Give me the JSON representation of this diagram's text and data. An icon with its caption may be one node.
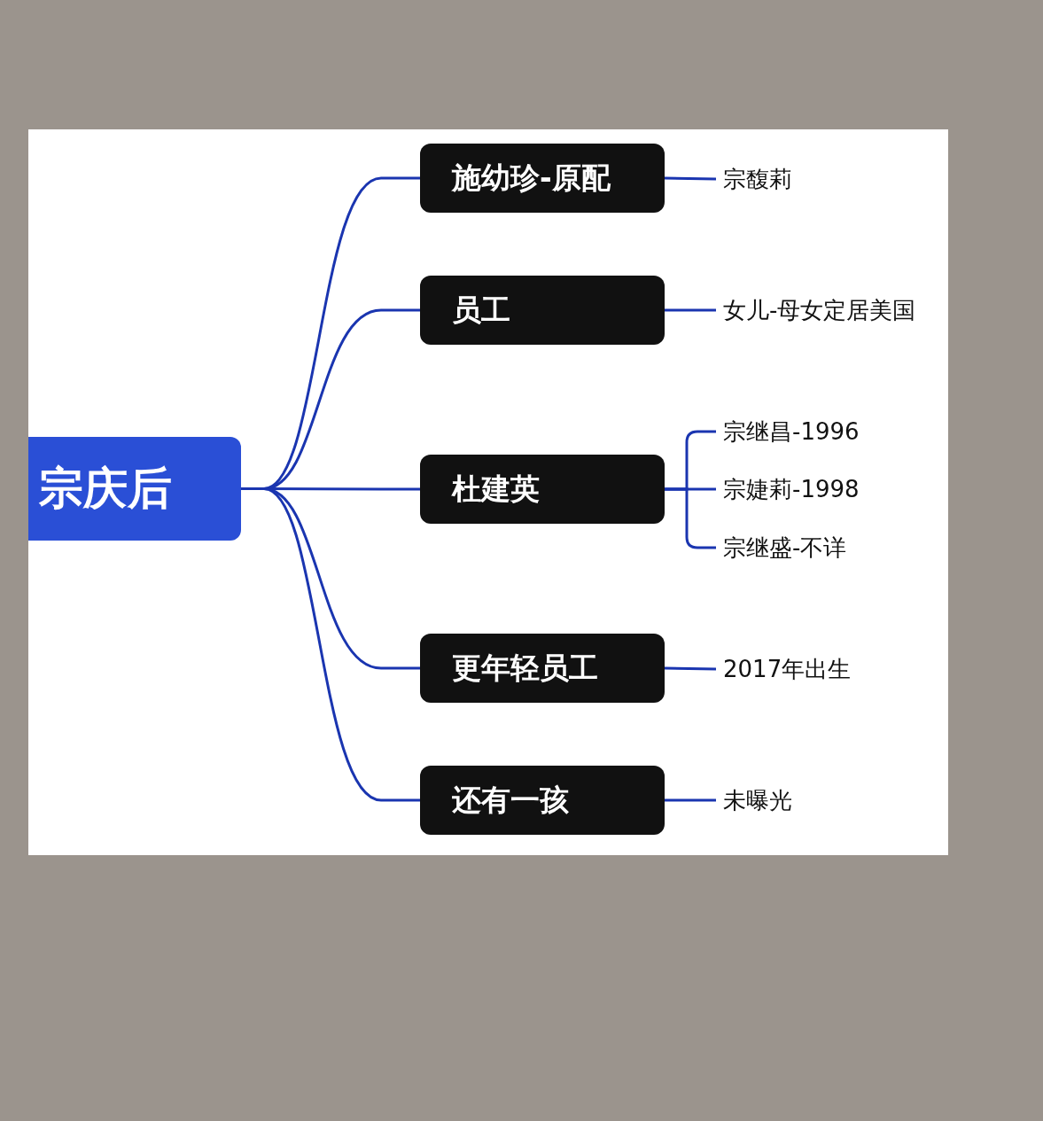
{
  "diagram": {
    "nodes": [
      {
        "text": [
          "宗庆后"
        ]
      },
      {
        "text": [
          "施幼珍-原配"
        ]
      },
      {
        "text": [
          "员工"
        ]
      },
      {
        "text": [
          "杜建英"
        ]
      },
      {
        "text": [
          "更年轻员工"
        ]
      },
      {
        "text": [
          "还有一孩"
        ]
      },
      {
        "text": [
          "宗馥莉"
        ]
      },
      {
        "text": [
          "女儿-母女定居美国"
        ]
      },
      {
        "text": [
          "宗继昌-1996"
        ]
      },
      {
        "text": [
          "宗婕莉-1998"
        ]
      },
      {
        "text": [
          "宗继盛-不详"
        ]
      },
      {
        "text": [
          "2017年出生"
        ]
      },
      {
        "text": [
          "未曝光"
        ]
      }
    ],
    "edges": [
      {
        "from": 0,
        "to": 1,
        "arrow": "none"
      },
      {
        "from": 0,
        "to": 2,
        "arrow": "none"
      },
      {
        "from": 0,
        "to": 3,
        "arrow": "none"
      },
      {
        "from": 0,
        "to": 4,
        "arrow": "none"
      },
      {
        "from": 0,
        "to": 5,
        "arrow": "none"
      },
      {
        "from": 1,
        "to": 6,
        "arrow": "none"
      },
      {
        "from": 2,
        "to": 7,
        "arrow": "none"
      },
      {
        "from": 3,
        "to": 8,
        "arrow": "none"
      },
      {
        "from": 3,
        "to": 9,
        "arrow": "none"
      },
      {
        "from": 3,
        "to": 10,
        "arrow": "none"
      },
      {
        "from": 4,
        "to": 11,
        "arrow": "none"
      },
      {
        "from": 5,
        "to": 12,
        "arrow": "none"
      }
    ]
  }
}
